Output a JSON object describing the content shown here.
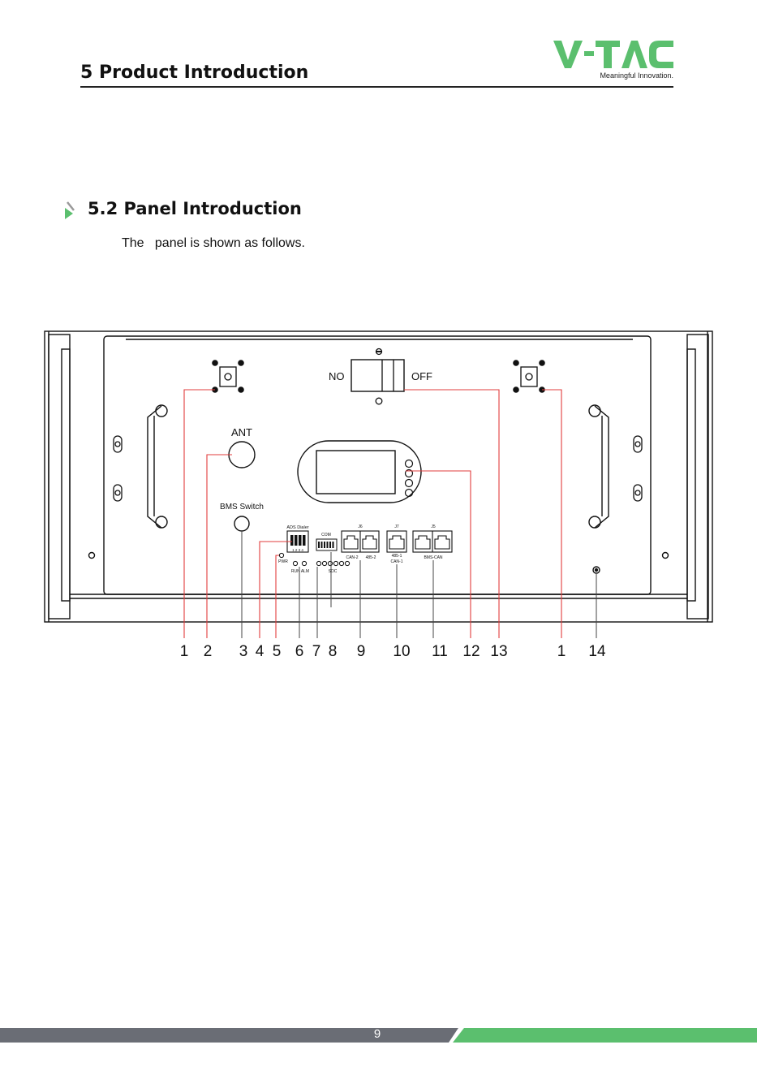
{
  "header": {
    "title": "5 Product Introduction",
    "logo_text": "V-TAC",
    "logo_tagline": "Meaningful Innovation."
  },
  "section": {
    "title": "5.2 Panel Introduction",
    "intro": "The   panel is shown as follows."
  },
  "panel": {
    "switch_left": "NO",
    "switch_right": "OFF",
    "ant": "ANT",
    "bms_switch": "BMS Switch",
    "ads_dialer": "ADS Dialer",
    "dialer_numbers": "1 2 3 4",
    "com": "COM",
    "j6": "J6",
    "j7": "J7",
    "j5": "J5",
    "can2": "CAN-2",
    "rs485_2": "485-2",
    "rs485_1": "485-1",
    "can1": "CAN-1",
    "bms_can": "BMS-CAN",
    "pwr": "PWR",
    "run_alm": "RUN ALM",
    "soc": "SOC"
  },
  "callouts": [
    "1",
    "2",
    "3",
    "4",
    "5",
    "6",
    "7",
    "8",
    "9",
    "10",
    "11",
    "12",
    "13",
    "1",
    "14"
  ],
  "footer": {
    "page_number": "9"
  },
  "colors": {
    "brand_green": "#5bbf6e",
    "footer_gray": "#6a6d75",
    "callout_red": "#e23c3c"
  }
}
